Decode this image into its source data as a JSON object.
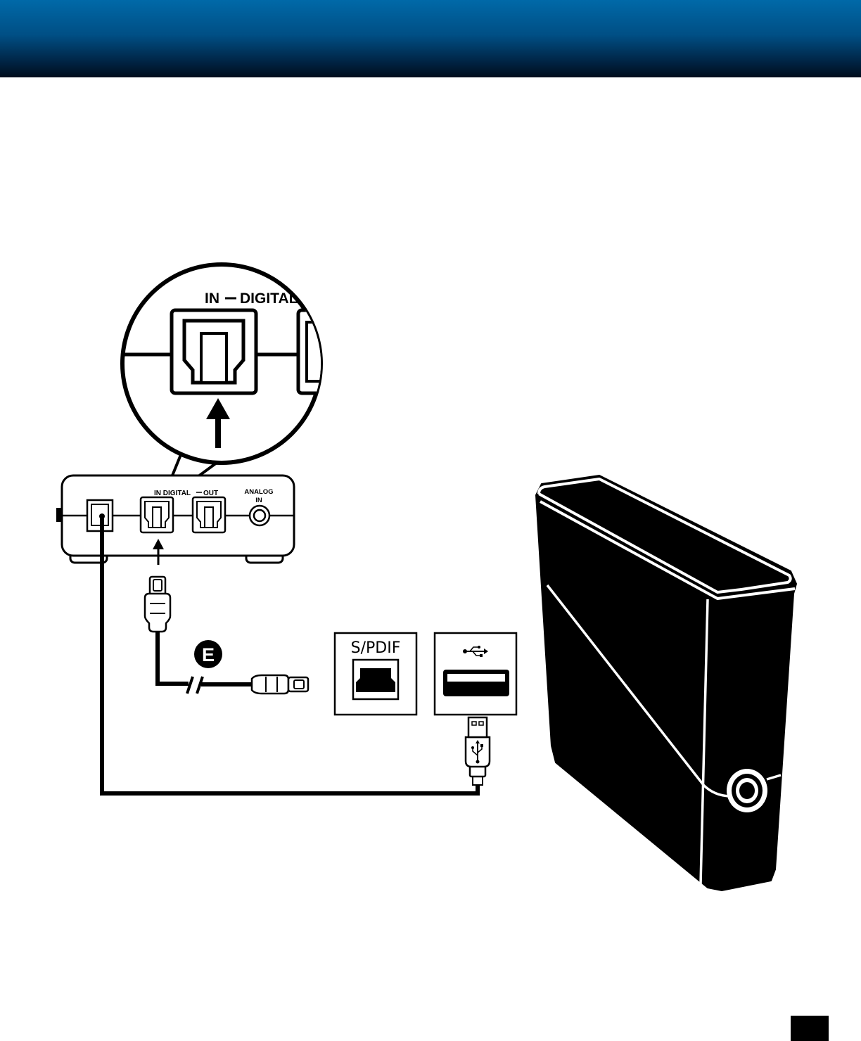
{
  "colors": {
    "header_top": "#0069a8",
    "header_bottom": "#000d1c",
    "ink": "#000000",
    "paper": "#ffffff"
  },
  "zoom": {
    "label_in": "IN",
    "label_digital": "DIGITAL"
  },
  "box": {
    "label_in_digital": "IN DIGITAL",
    "label_out": "OUT",
    "label_analog": "ANALOG",
    "label_analog_in": "IN"
  },
  "callout": {
    "letter": "E"
  },
  "console": {
    "spdif_label": "S/PDIF",
    "usb_icon": "usb-icon"
  },
  "icons": [
    "usb-icon",
    "arrow-up-icon",
    "optical-port-icon",
    "power-ring-icon"
  ]
}
